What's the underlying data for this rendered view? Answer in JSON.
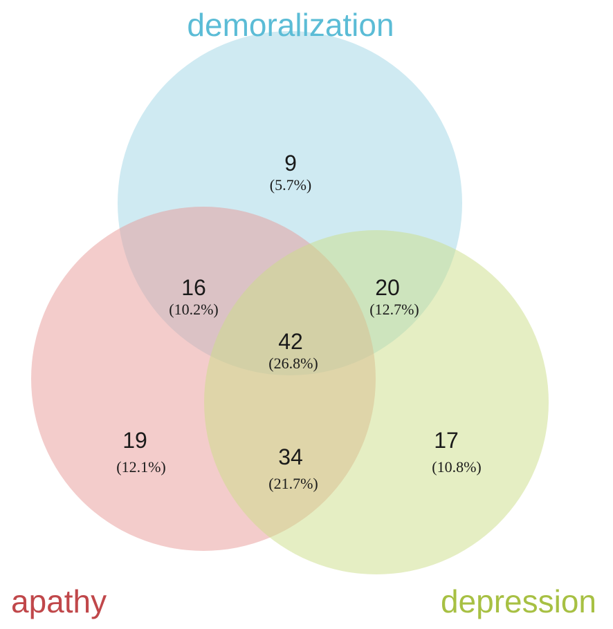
{
  "sets": {
    "demoralization": {
      "label": "demoralization",
      "color": "#9fd6e6",
      "text_color": "#5bbcd6"
    },
    "apathy": {
      "label": "apathy",
      "color": "#e89a98",
      "text_color": "#c0474a"
    },
    "depression": {
      "label": "depression",
      "color": "#ccdd88",
      "text_color": "#a7c043"
    }
  },
  "regions": {
    "demoralization_only": {
      "count": "9",
      "percent": "(5.7%)"
    },
    "apathy_demoralization": {
      "count": "16",
      "percent": "(10.2%)"
    },
    "demoralization_depression": {
      "count": "20",
      "percent": "(12.7%)"
    },
    "all_three": {
      "count": "42",
      "percent": "(26.8%)"
    },
    "apathy_only": {
      "count": "19",
      "percent": "(12.1%)"
    },
    "apathy_depression": {
      "count": "34",
      "percent": "(21.7%)"
    },
    "depression_only": {
      "count": "17",
      "percent": "(10.8%)"
    }
  }
}
